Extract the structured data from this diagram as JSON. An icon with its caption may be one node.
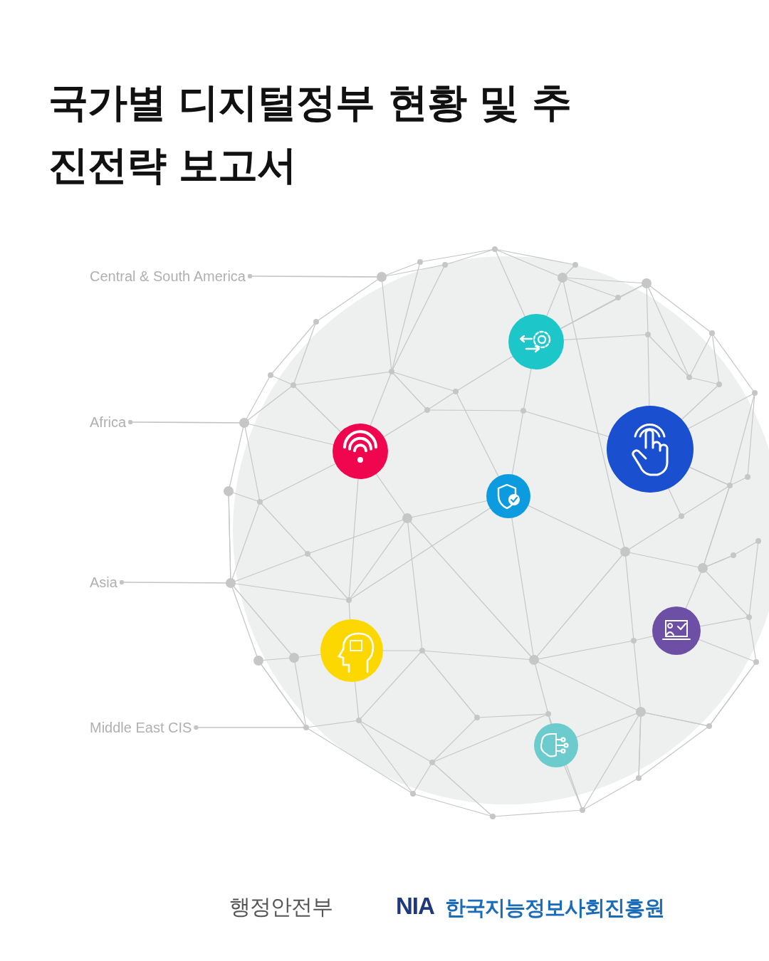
{
  "diagram": {
    "title": "국가별 디지털정부 현황 및 추진전략 보고서",
    "nodes": [
      {
        "text": [
          "Central & South America"
        ]
      },
      {
        "text": [
          "Africa"
        ]
      },
      {
        "text": [
          "Asia"
        ]
      },
      {
        "text": [
          "Middle East CIS"
        ]
      }
    ],
    "edges": [
      {
        "from": 0,
        "to": null,
        "arrow": "other"
      },
      {
        "from": 1,
        "to": null,
        "arrow": "other"
      },
      {
        "from": 2,
        "to": null,
        "arrow": "other"
      },
      {
        "from": 3,
        "to": null,
        "arrow": "other"
      }
    ],
    "labels": [
      "행정안전부",
      "NIA",
      "한국지능정보사회진흥원"
    ]
  }
}
